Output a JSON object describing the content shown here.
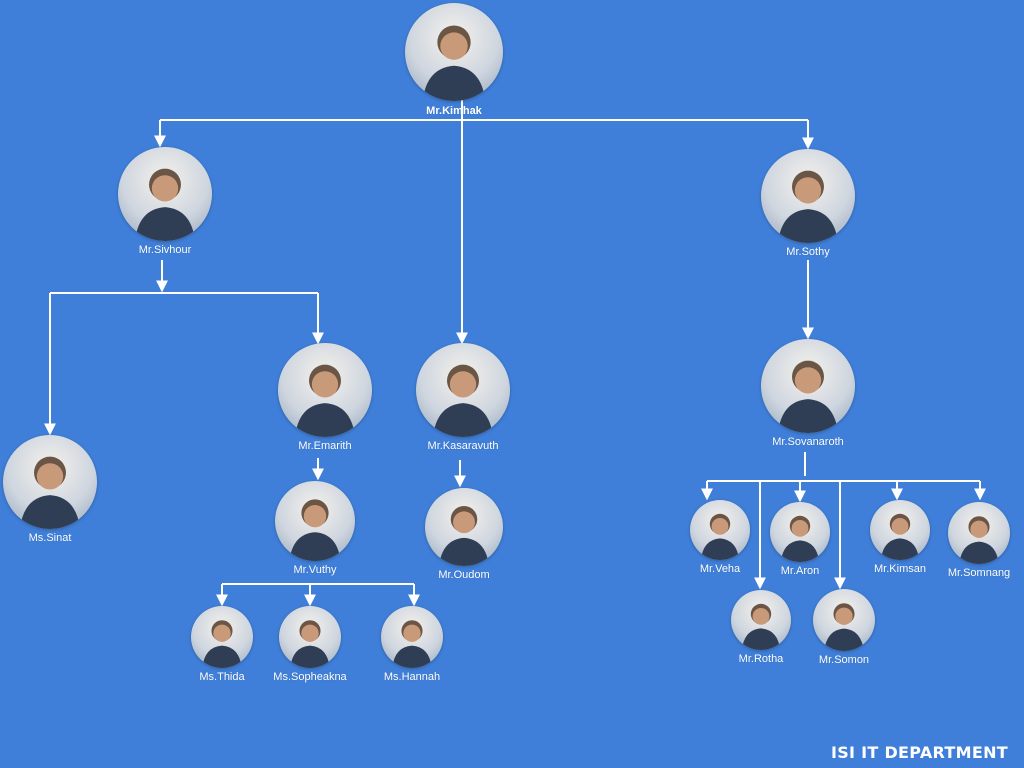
{
  "chart": {
    "root": {
      "name": "Mr.Kimhak"
    },
    "level1": {
      "sivhour": {
        "name": "Mr.Sivhour"
      },
      "kasaravuth": {
        "name": "Mr.Kasaravuth"
      },
      "sothy": {
        "name": "Mr.Sothy"
      }
    },
    "level2": {
      "sinat": {
        "name": "Ms.Sinat"
      },
      "emarith": {
        "name": "Mr.Emarith"
      },
      "oudom": {
        "name": "Mr.Oudom"
      },
      "sovanaroth": {
        "name": "Mr.Sovanaroth"
      }
    },
    "level3": {
      "vuthy": {
        "name": "Mr.Vuthy"
      },
      "veha": {
        "name": "Mr.Veha"
      },
      "aron": {
        "name": "Mr.Aron"
      },
      "kimsan": {
        "name": "Mr.Kimsan"
      },
      "somnang": {
        "name": "Mr.Somnang"
      },
      "rotha": {
        "name": "Mr.Rotha"
      },
      "somon": {
        "name": "Mr.Somon"
      }
    },
    "level4": {
      "thida": {
        "name": "Ms.Thida"
      },
      "sopheakna": {
        "name": "Ms.Sopheakna"
      },
      "hannah": {
        "name": "Ms.Hannah"
      }
    }
  },
  "footer": {
    "department": "ISI IT DEPARTMENT"
  },
  "colors": {
    "background": "#3f7fd9",
    "connector": "#ffffff",
    "text": "#ffffff"
  },
  "icons": {
    "photo": "person-photo-icon"
  }
}
